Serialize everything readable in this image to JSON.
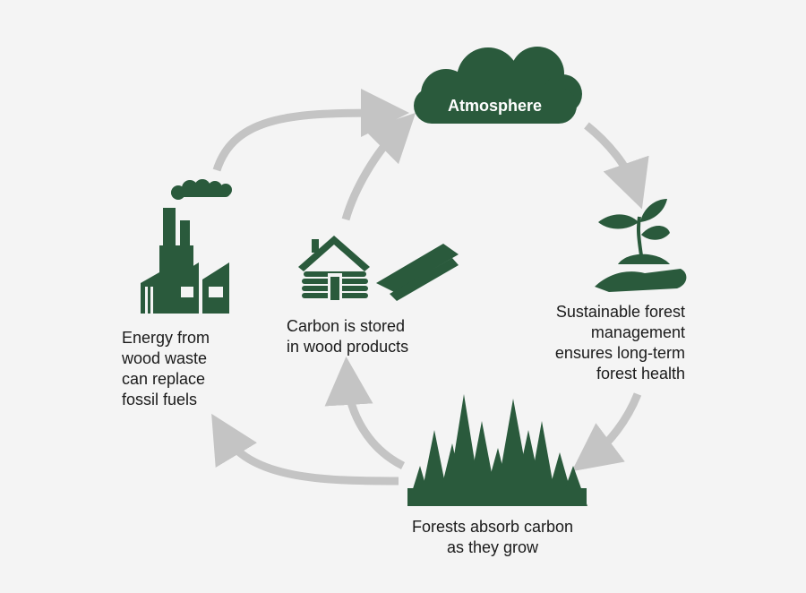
{
  "colors": {
    "background": "#f4f4f4",
    "icon_green": "#2a5a3c",
    "arrow_gray": "#c4c4c4",
    "text": "#1a1a1a"
  },
  "nodes": {
    "atmosphere": {
      "label": "Atmosphere",
      "icon": "cloud-icon"
    },
    "sustainable": {
      "label": "Sustainable forest\nmanagement\nensures long-term\nforest health",
      "icon": "seedling-in-hand-icon"
    },
    "forests": {
      "label": "Forests absorb carbon\nas they grow",
      "icon": "forest-icon"
    },
    "wood_products": {
      "label": "Carbon is stored\nin wood products",
      "icon": "log-cabin-and-lumber-icon"
    },
    "energy": {
      "label": "Energy from\nwood waste\ncan replace\nfossil fuels",
      "icon": "factory-icon"
    }
  }
}
